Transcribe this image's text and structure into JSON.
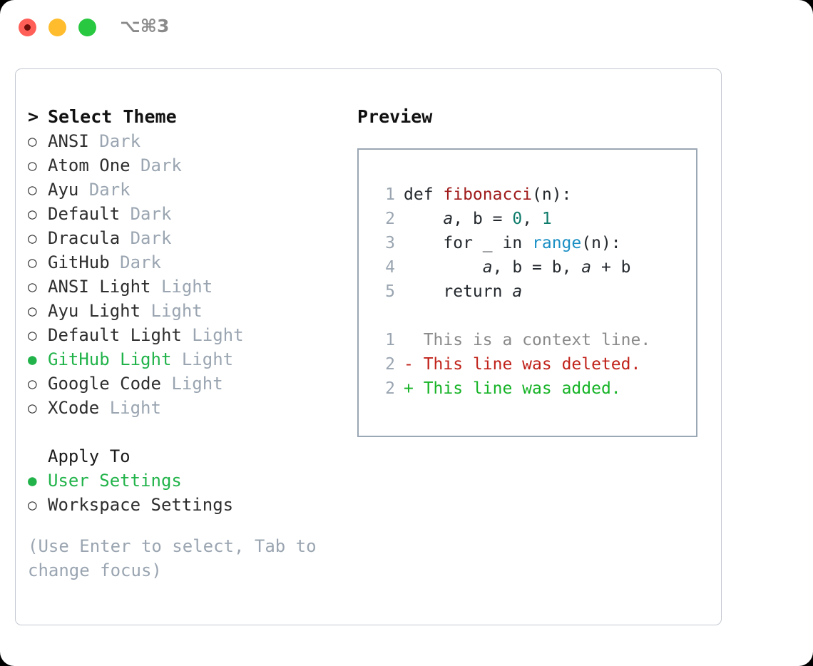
{
  "titlebar": {
    "shortcut": "⌥⌘3",
    "buttons": [
      {
        "name": "close",
        "color": "#ff5f57"
      },
      {
        "name": "minimize",
        "color": "#ffbd2e"
      },
      {
        "name": "maximize",
        "color": "#28c840"
      }
    ]
  },
  "theme_picker": {
    "prompt_marker": ">",
    "title": "Select Theme",
    "marker_unselected": "○",
    "marker_selected": "●",
    "accent_color": "#21b34a",
    "variant_color": "#9aa5b1",
    "items": [
      {
        "label": "ANSI",
        "variant": "Dark",
        "selected": false
      },
      {
        "label": "Atom One",
        "variant": "Dark",
        "selected": false
      },
      {
        "label": "Ayu",
        "variant": "Dark",
        "selected": false
      },
      {
        "label": "Default",
        "variant": "Dark",
        "selected": false
      },
      {
        "label": "Dracula",
        "variant": "Dark",
        "selected": false
      },
      {
        "label": "GitHub",
        "variant": "Dark",
        "selected": false
      },
      {
        "label": "ANSI Light",
        "variant": "Light",
        "selected": false
      },
      {
        "label": "Ayu Light",
        "variant": "Light",
        "selected": false
      },
      {
        "label": "Default Light",
        "variant": "Light",
        "selected": false
      },
      {
        "label": "GitHub Light",
        "variant": "Light",
        "selected": true
      },
      {
        "label": "Google Code",
        "variant": "Light",
        "selected": false
      },
      {
        "label": "XCode",
        "variant": "Light",
        "selected": false
      }
    ]
  },
  "apply_to": {
    "title": "Apply To",
    "options": [
      {
        "label": "User Settings",
        "selected": true
      },
      {
        "label": "Workspace Settings",
        "selected": false
      }
    ]
  },
  "hint": "(Use Enter to select, Tab to change focus)",
  "preview": {
    "title": "Preview",
    "border_color": "#9aa7b4",
    "code_lines": [
      {
        "lineno": "1",
        "tokens": [
          {
            "text": "def ",
            "kind": "plain"
          },
          {
            "text": "fibonacci",
            "kind": "func"
          },
          {
            "text": "(n):",
            "kind": "plain"
          }
        ]
      },
      {
        "lineno": "2",
        "tokens": [
          {
            "text": "    ",
            "kind": "plain"
          },
          {
            "text": "a",
            "kind": "var"
          },
          {
            "text": ", b = ",
            "kind": "plain"
          },
          {
            "text": "0",
            "kind": "num"
          },
          {
            "text": ", ",
            "kind": "plain"
          },
          {
            "text": "1",
            "kind": "num"
          }
        ]
      },
      {
        "lineno": "3",
        "tokens": [
          {
            "text": "    for _ in ",
            "kind": "plain"
          },
          {
            "text": "range",
            "kind": "call"
          },
          {
            "text": "(n):",
            "kind": "plain"
          }
        ]
      },
      {
        "lineno": "4",
        "tokens": [
          {
            "text": "        ",
            "kind": "plain"
          },
          {
            "text": "a",
            "kind": "var"
          },
          {
            "text": ", b = b, ",
            "kind": "plain"
          },
          {
            "text": "a",
            "kind": "var"
          },
          {
            "text": " + b",
            "kind": "plain"
          }
        ]
      },
      {
        "lineno": "5",
        "tokens": [
          {
            "text": "    return ",
            "kind": "plain"
          },
          {
            "text": "a",
            "kind": "var"
          }
        ]
      }
    ],
    "diff_lines": [
      {
        "lineno": "1",
        "sign": " ",
        "text": " This is a context line.",
        "kind": "context"
      },
      {
        "lineno": "2",
        "sign": "-",
        "text": " This line was deleted.",
        "kind": "deleted"
      },
      {
        "lineno": "2",
        "sign": "+",
        "text": " This line was added.",
        "kind": "added"
      }
    ]
  }
}
